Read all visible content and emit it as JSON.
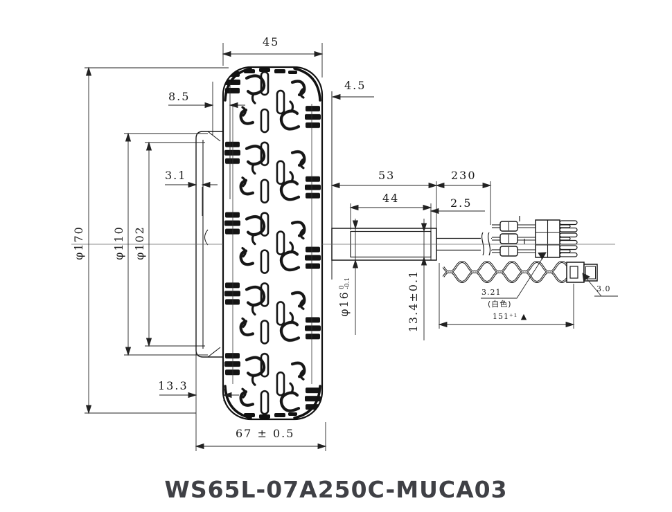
{
  "title": "WS65L-07A250C-MUCA03",
  "colors": {
    "line": "#1a1a1a",
    "title": "#3f4045"
  },
  "dims": {
    "tire_width": "45",
    "shoulder_offset": "4.5",
    "hub_offset_top": "8.5",
    "hub_step": "3.1",
    "tire_od": "φ170",
    "rim_d": "φ110",
    "inner_d": "φ102",
    "shaft_length": "53",
    "cable_length": "230",
    "flat_length": "44",
    "end_clearance": "2.5",
    "shaft_dia": "φ16",
    "shaft_dia_tol_upper": "0",
    "shaft_dia_tol_lower": "-0.1",
    "across_flats": "13.4±0.1",
    "hub_offset_bottom": "13.3",
    "tire_section_width": "67 ± 0.5"
  },
  "annotations": {
    "connector_note": "3.21",
    "connector_color": "(白色)",
    "sensor_cable_length": "151⁺¹ ▲",
    "small_connector": "3.0"
  }
}
